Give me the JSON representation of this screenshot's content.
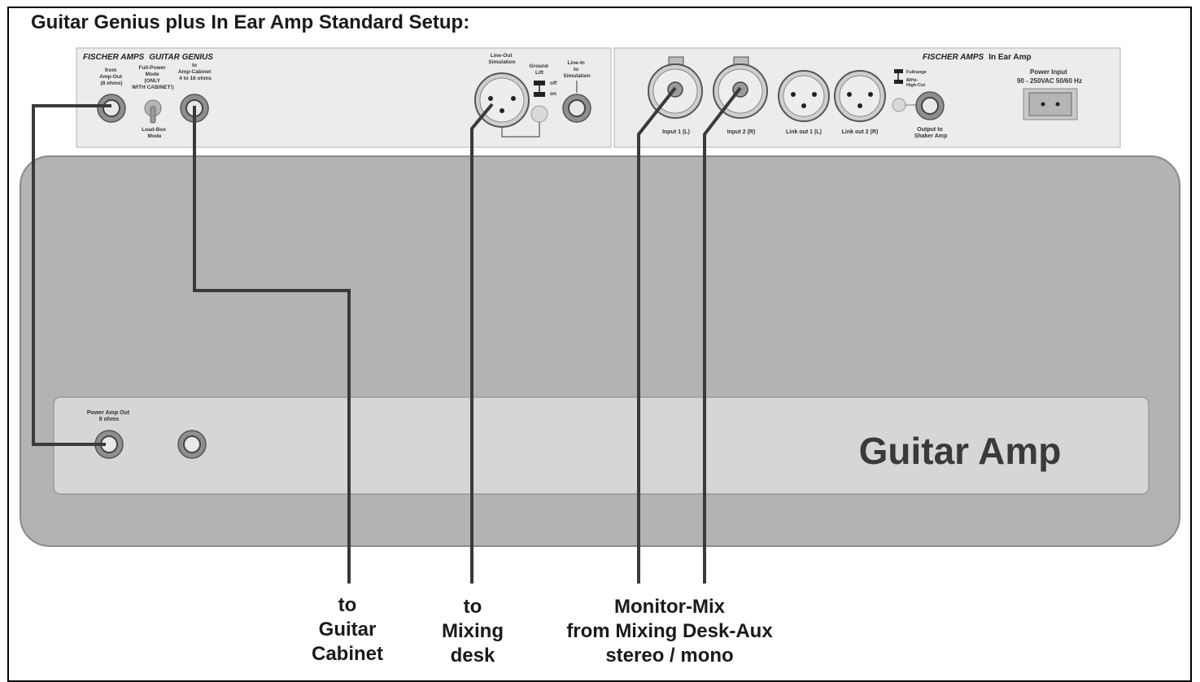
{
  "title": "Guitar Genius plus In Ear Amp Standard Setup:",
  "guitar_genius": {
    "brand": "FISCHER AMPS",
    "model": "GUITAR GENIUS",
    "from_amp_out": [
      "from",
      "Amp-Out",
      "(8 ohms)"
    ],
    "full_power_mode": [
      "Full-Power",
      "Mode",
      "(ONLY",
      "WITH CABINET!)"
    ],
    "to_amp_cabinet": [
      "to",
      "Amp-Cabinet",
      "4 to 16 ohms"
    ],
    "load_box_mode": [
      "Load-Box",
      "Mode"
    ],
    "line_out_simulation": [
      "Line-Out",
      "Simulation"
    ],
    "ground_lift": [
      "Ground",
      "Lift"
    ],
    "ground_off": "off",
    "ground_on": "on",
    "line_in_simulation": [
      "Line-In",
      "to",
      "Simulation"
    ]
  },
  "in_ear_amp": {
    "brand": "FISCHER AMPS",
    "model": "In Ear Amp",
    "power_input": [
      "Power Input",
      "90 - 250VAC 50/60 Hz"
    ],
    "input1": "Input 1 (L)",
    "input2": "Input 2 (R)",
    "link1": "Link out 1 (L)",
    "link2": "Link out 2 (R)",
    "fullrange": "Fullrange",
    "high_cut": [
      "80Hz-",
      "High-Cut"
    ],
    "output_shaker": [
      "Output to",
      "Shaker Amp"
    ]
  },
  "guitar_amp": {
    "label": "Guitar Amp",
    "power_amp_out": [
      "Power Amp Out",
      "8 ohms"
    ]
  },
  "captions": {
    "cabinet": [
      "to",
      "Guitar",
      "Cabinet"
    ],
    "mixing": [
      "to",
      "Mixing",
      "desk"
    ],
    "monitor": [
      "Monitor-Mix",
      "from Mixing Desk-Aux",
      "stereo / mono"
    ]
  },
  "colors": {
    "panel": "#ececec",
    "amp_body": "#b3b3b3",
    "amp_panel": "#d6d6d6",
    "cable": "#3a3a3a"
  }
}
